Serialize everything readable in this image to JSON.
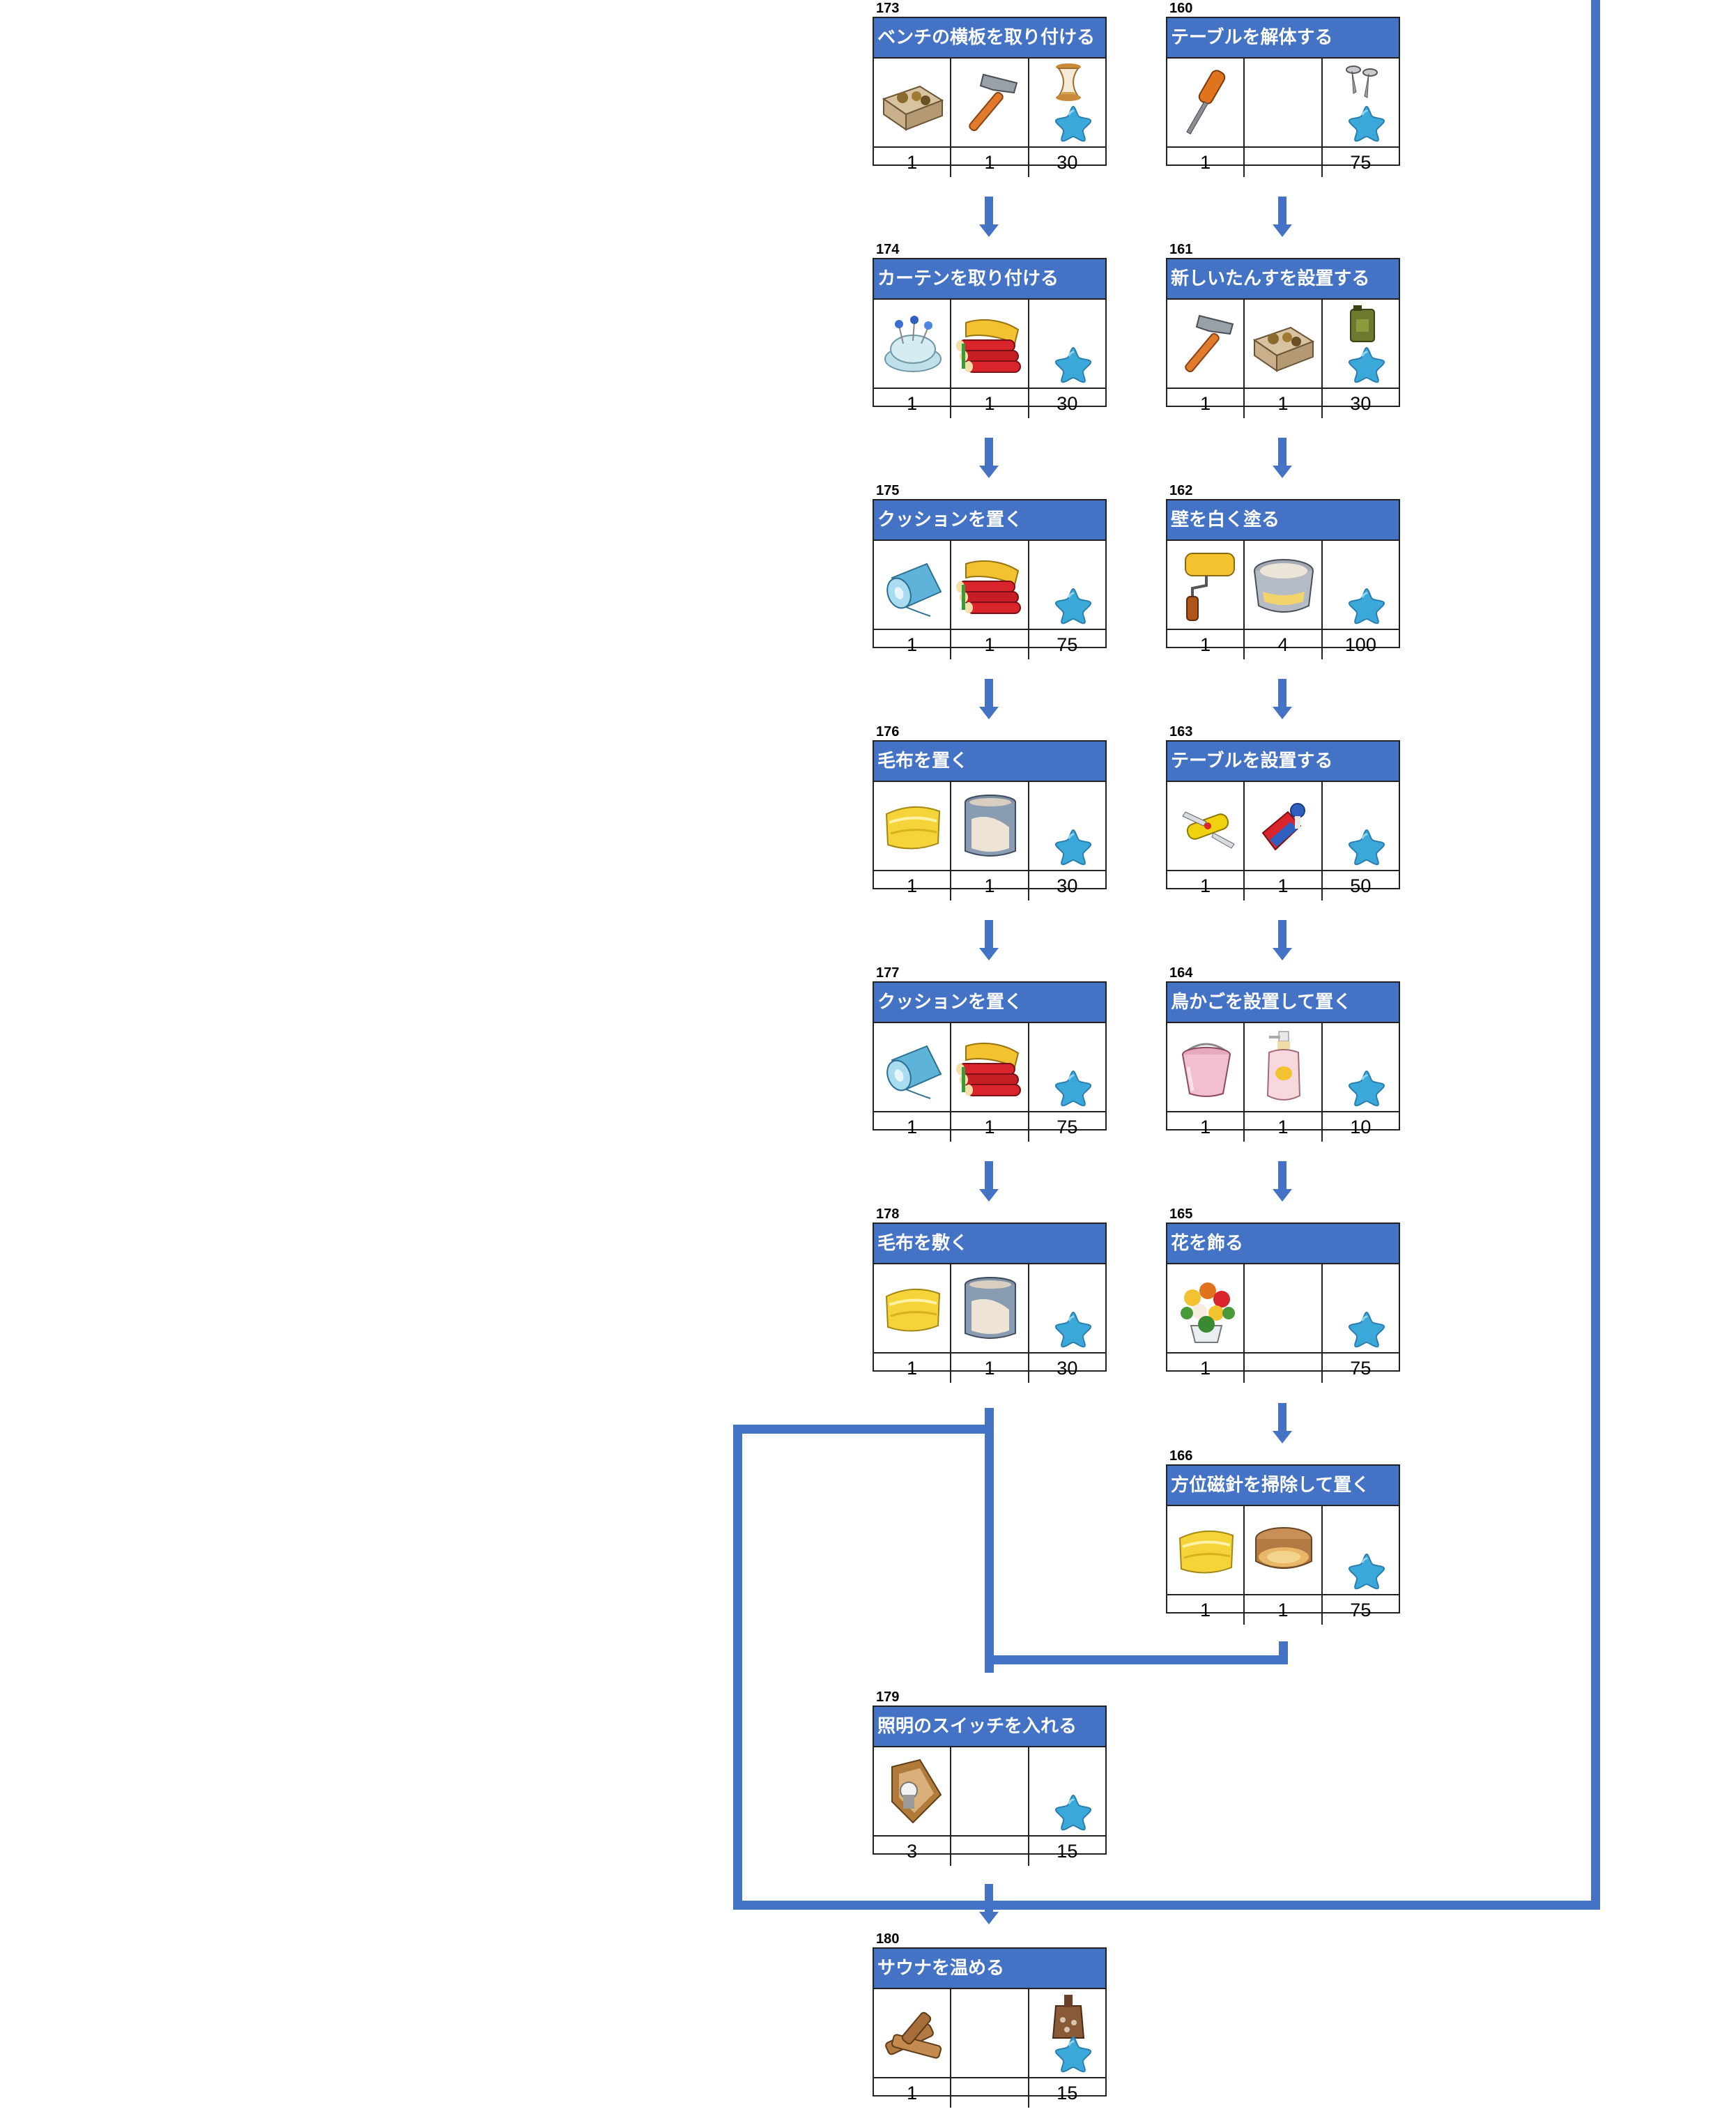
{
  "colors": {
    "accent": "#4472c4",
    "border": "#222222",
    "star": "#3aa8d8"
  },
  "cards": [
    {
      "id": "c173",
      "num": "173",
      "title": "ベンチの横板を取り付ける",
      "icons": [
        "toolbox-icon",
        "hammer-icon",
        "hourglass-icon"
      ],
      "qty": [
        "1",
        "1",
        "30"
      ]
    },
    {
      "id": "c174",
      "num": "174",
      "title": "カーテンを取り付ける",
      "icons": [
        "pincushion-icon",
        "fabric-rolls-icon",
        ""
      ],
      "qty": [
        "1",
        "1",
        "30"
      ]
    },
    {
      "id": "c175",
      "num": "175",
      "title": "クッションを置く",
      "icons": [
        "thread-spool-icon",
        "fabric-rolls-icon",
        ""
      ],
      "qty": [
        "1",
        "1",
        "75"
      ]
    },
    {
      "id": "c176",
      "num": "176",
      "title": "毛布を置く",
      "icons": [
        "cloth-icon",
        "paint-can-icon",
        ""
      ],
      "qty": [
        "1",
        "1",
        "30"
      ]
    },
    {
      "id": "c177",
      "num": "177",
      "title": "クッションを置く",
      "icons": [
        "thread-spool-icon",
        "fabric-rolls-icon",
        ""
      ],
      "qty": [
        "1",
        "1",
        "75"
      ]
    },
    {
      "id": "c178",
      "num": "178",
      "title": "毛布を敷く",
      "icons": [
        "cloth-icon",
        "paint-can-icon",
        ""
      ],
      "qty": [
        "1",
        "1",
        "30"
      ]
    },
    {
      "id": "c179",
      "num": "179",
      "title": "照明のスイッチを入れる",
      "icons": [
        "lamp-fixture-icon",
        "",
        ""
      ],
      "qty": [
        "3",
        "",
        "15"
      ]
    },
    {
      "id": "c180",
      "num": "180",
      "title": "サウナを温める",
      "icons": [
        "firewood-icon",
        "",
        "stove-icon"
      ],
      "qty": [
        "1",
        "",
        "15"
      ]
    },
    {
      "id": "c160",
      "num": "160",
      "title": "テーブルを解体する",
      "icons": [
        "screwdriver-icon",
        "",
        "screws-icon"
      ],
      "qty": [
        "1",
        "",
        "75"
      ]
    },
    {
      "id": "c161",
      "num": "161",
      "title": "新しいたんすを設置する",
      "icons": [
        "hammer-icon",
        "toolbox-icon",
        "fuel-can-icon"
      ],
      "qty": [
        "1",
        "1",
        "30"
      ]
    },
    {
      "id": "c162",
      "num": "162",
      "title": "壁を白く塗る",
      "icons": [
        "paint-roller-icon",
        "paint-bucket-icon",
        ""
      ],
      "qty": [
        "1",
        "4",
        "100"
      ]
    },
    {
      "id": "c163",
      "num": "163",
      "title": "テーブルを設置する",
      "icons": [
        "pocket-knife-icon",
        "glue-tube-icon",
        ""
      ],
      "qty": [
        "1",
        "1",
        "50"
      ]
    },
    {
      "id": "c164",
      "num": "164",
      "title": "鳥かごを設置して置く",
      "icons": [
        "pink-bucket-icon",
        "soap-dispenser-icon",
        ""
      ],
      "qty": [
        "1",
        "1",
        "10"
      ]
    },
    {
      "id": "c165",
      "num": "165",
      "title": "花を飾る",
      "icons": [
        "flower-bouquet-icon",
        "",
        ""
      ],
      "qty": [
        "1",
        "",
        "75"
      ]
    },
    {
      "id": "c166",
      "num": "166",
      "title": "方位磁針を掃除して置く",
      "icons": [
        "cloth-icon",
        "polish-tin-icon",
        ""
      ],
      "qty": [
        "1",
        "1",
        "75"
      ]
    }
  ]
}
